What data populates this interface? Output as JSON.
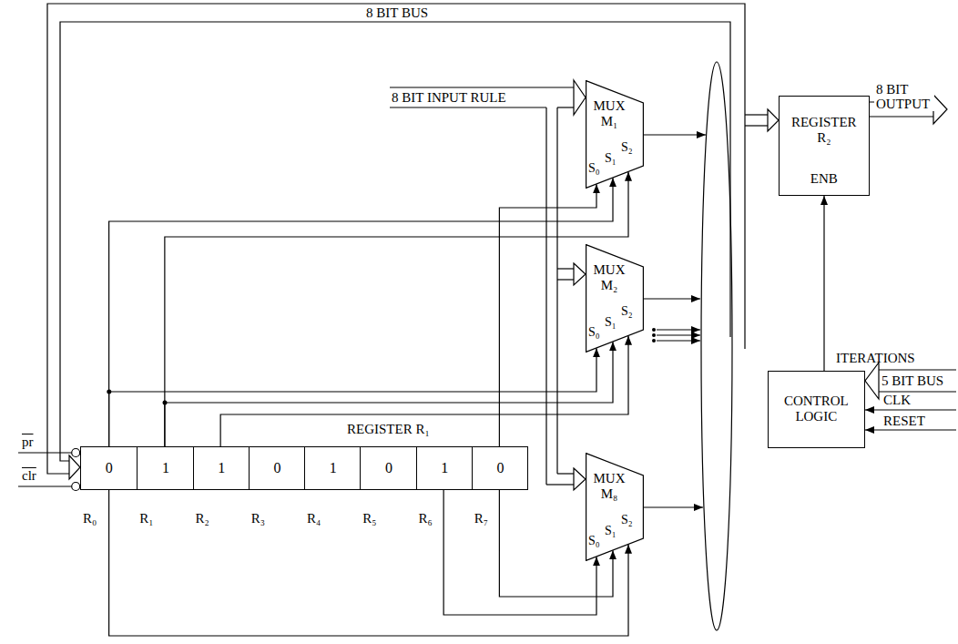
{
  "diagram": {
    "nodes": [
      {
        "text": [
          "MUX M₁",
          "S₀",
          "S₁",
          "S₂"
        ]
      },
      {
        "text": [
          "REGISTER R₂",
          "ENB"
        ]
      },
      {
        "text": [
          "MUX M₂",
          "S₀",
          "S₁",
          "S₂"
        ]
      },
      {
        "text": [
          "CONTROL LOGIC"
        ]
      },
      {
        "text": [
          "REGISTER R₁"
        ]
      },
      {
        "text": [
          "0",
          "R₀"
        ],
        "in": 4
      },
      {
        "text": [
          "1",
          "R₁"
        ],
        "in": 4
      },
      {
        "text": [
          "1",
          "R₂"
        ],
        "in": 4
      },
      {
        "text": [
          "0",
          "R₃"
        ],
        "in": 4
      },
      {
        "text": [
          "1",
          "R₄"
        ],
        "in": 4
      },
      {
        "text": [
          "0",
          "R₅"
        ],
        "in": 4
      },
      {
        "text": [
          "1",
          "R₆"
        ],
        "in": 4
      },
      {
        "text": [
          "0",
          "R₇"
        ],
        "in": 4
      },
      {
        "text": [
          "MUX M₈",
          "S₀",
          "S₁",
          "S₂"
        ]
      }
    ],
    "edges": [
      {
        "from": 12,
        "to": 0,
        "arrow": "to"
      },
      {
        "from": 5,
        "to": 0,
        "arrow": "to"
      },
      {
        "from": 6,
        "to": 0,
        "arrow": "to"
      },
      {
        "from": 5,
        "to": 2,
        "arrow": "to"
      },
      {
        "from": 6,
        "to": 2,
        "arrow": "to"
      },
      {
        "from": 7,
        "to": 2,
        "arrow": "to"
      },
      {
        "from": 11,
        "to": 13,
        "arrow": "to"
      },
      {
        "from": 12,
        "to": 13,
        "arrow": "to"
      },
      {
        "from": 5,
        "to": 13,
        "arrow": "to"
      },
      {
        "from": 3,
        "to": 1,
        "arrow": "to"
      }
    ],
    "labels": [
      "8 BIT BUS",
      "8 BIT INPUT RULE",
      "8 BIT OUTPUT",
      "ITERATIONS",
      "5 BIT BUS",
      "CLK",
      "RESET",
      "pr",
      "clr"
    ]
  }
}
